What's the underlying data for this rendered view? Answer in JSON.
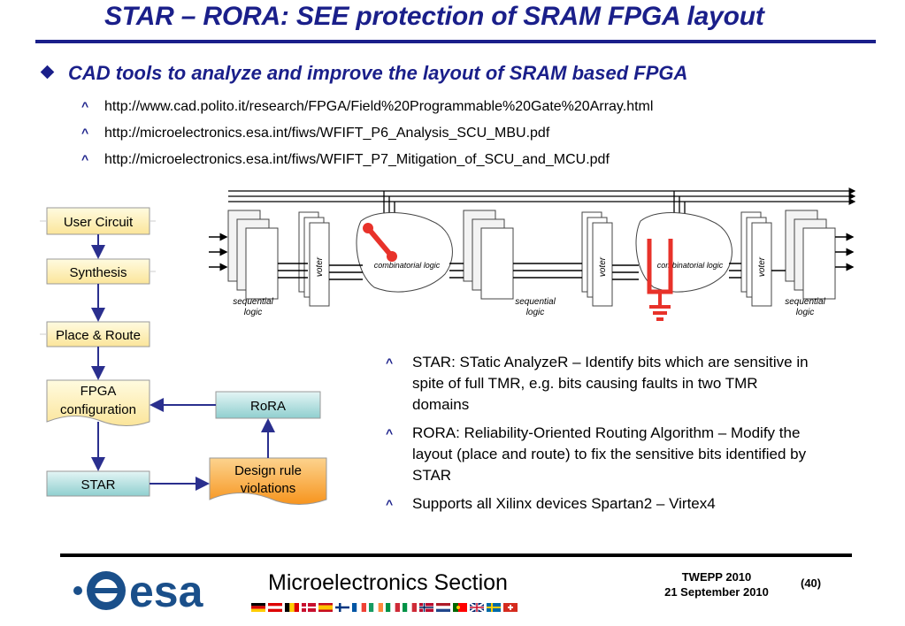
{
  "slide": {
    "title": "STAR – RORA: SEE protection of SRAM FPGA layout",
    "main_bullet": "CAD tools to analyze and improve the layout of SRAM based FPGA",
    "links": [
      "http://www.cad.polito.it/research/FPGA/Field%20Programmable%20Gate%20Array.html",
      "http://microelectronics.esa.int/fiws/WFIFT_P6_Analysis_SCU_MBU.pdf",
      "http://microelectronics.esa.int/fiws/WFIFT_P7_Mitigation_of_SCU_and_MCU.pdf"
    ],
    "points": [
      "STAR: STatic AnalyzeR – Identify bits which are sensitive in spite of full TMR, e.g. bits causing faults in two TMR domains",
      "RORA: Reliability-Oriented Routing Algorithm – Modify the layout (place and route) to fix the sensitive bits identified by STAR",
      "Supports all Xilinx devices Spartan2 – Virtex4"
    ]
  },
  "flowchart": {
    "user_circuit": "User Circuit",
    "synthesis": "Synthesis",
    "place_route": "Place & Route",
    "fpga_config_l1": "FPGA",
    "fpga_config_l2": "configuration",
    "rora": "RoRA",
    "star": "STAR",
    "drv_l1": "Design rule",
    "drv_l2": "violations"
  },
  "tmr_diagram": {
    "seq_l1": "sequential",
    "seq_l2": "logic",
    "voter": "voter",
    "comb": "combinatorial logic"
  },
  "footer": {
    "logo_text": "esa",
    "section": "Microelectronics Section",
    "event": "TWEPP 2010",
    "date": "21 September 2010",
    "page": "(40)"
  },
  "colors": {
    "title_blue": "#1a1f8a",
    "box_yellow": "#fdf0b0",
    "box_teal": "#bfe3e3",
    "box_orange": "#f9a43a",
    "fault_red": "#e8322a",
    "arrow_navy": "#2a2f8e"
  }
}
